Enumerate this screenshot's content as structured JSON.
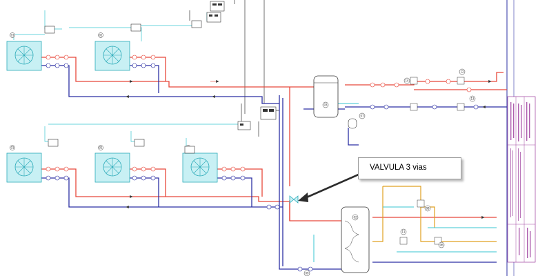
{
  "callout": {
    "label": "VALVULA 3 vias"
  },
  "colors": {
    "hot": "#e8473a",
    "cold": "#2b2fa3",
    "aux": "#37c6d1",
    "dhw": "#e0a020",
    "frame": "#2b2fa3",
    "wire": "#333333",
    "title_ink": "#8b1a8b"
  },
  "equipment": {
    "heat_pump_tag": "01",
    "tank_buffer_tag": "03",
    "tank_dhw_tag": "02",
    "circulator_tags": [
      "12",
      "13",
      "14",
      "11",
      "08",
      "06",
      "07",
      "09"
    ]
  },
  "icons": [
    "heat-pump-unit-icon",
    "storage-tank-icon",
    "control-panel-icon",
    "valve-icon",
    "pump-icon",
    "arrow-icon"
  ]
}
